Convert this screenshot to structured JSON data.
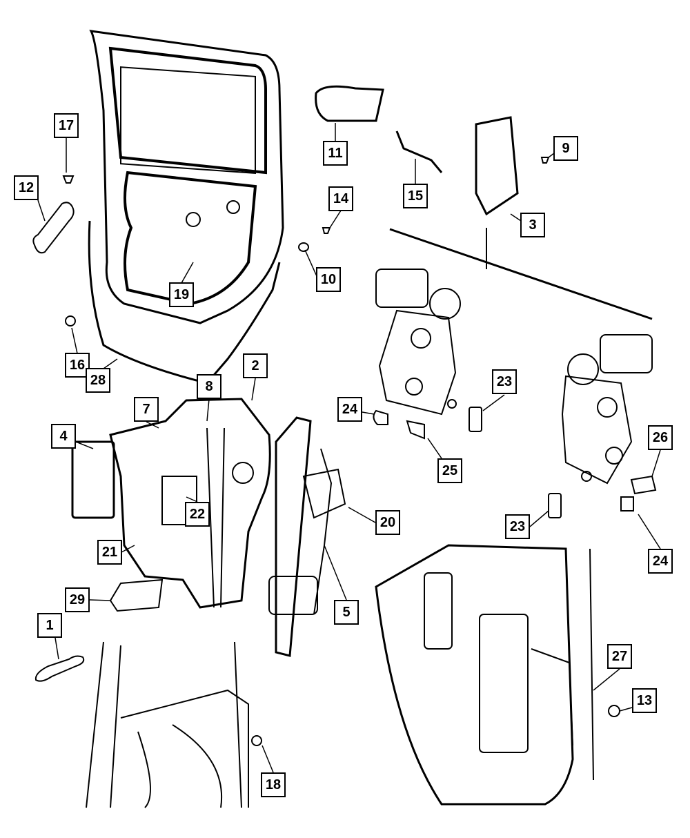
{
  "diagram": {
    "callouts": [
      {
        "id": "c17",
        "label": "17"
      },
      {
        "id": "c12",
        "label": "12"
      },
      {
        "id": "c11",
        "label": "11"
      },
      {
        "id": "c15",
        "label": "15"
      },
      {
        "id": "c9",
        "label": "9"
      },
      {
        "id": "c14",
        "label": "14"
      },
      {
        "id": "c3",
        "label": "3"
      },
      {
        "id": "c10",
        "label": "10"
      },
      {
        "id": "c19",
        "label": "19"
      },
      {
        "id": "c16",
        "label": "16"
      },
      {
        "id": "c28",
        "label": "28"
      },
      {
        "id": "c2",
        "label": "2"
      },
      {
        "id": "c8",
        "label": "8"
      },
      {
        "id": "c7",
        "label": "7"
      },
      {
        "id": "c24a",
        "label": "24"
      },
      {
        "id": "c23a",
        "label": "23"
      },
      {
        "id": "c4",
        "label": "4"
      },
      {
        "id": "c25",
        "label": "25"
      },
      {
        "id": "c26",
        "label": "26"
      },
      {
        "id": "c22",
        "label": "22"
      },
      {
        "id": "c20",
        "label": "20"
      },
      {
        "id": "c23b",
        "label": "23"
      },
      {
        "id": "c21",
        "label": "21"
      },
      {
        "id": "c24b",
        "label": "24"
      },
      {
        "id": "c29",
        "label": "29"
      },
      {
        "id": "c5",
        "label": "5"
      },
      {
        "id": "c1",
        "label": "1"
      },
      {
        "id": "c27",
        "label": "27"
      },
      {
        "id": "c13",
        "label": "13"
      },
      {
        "id": "c18",
        "label": "18"
      }
    ]
  }
}
